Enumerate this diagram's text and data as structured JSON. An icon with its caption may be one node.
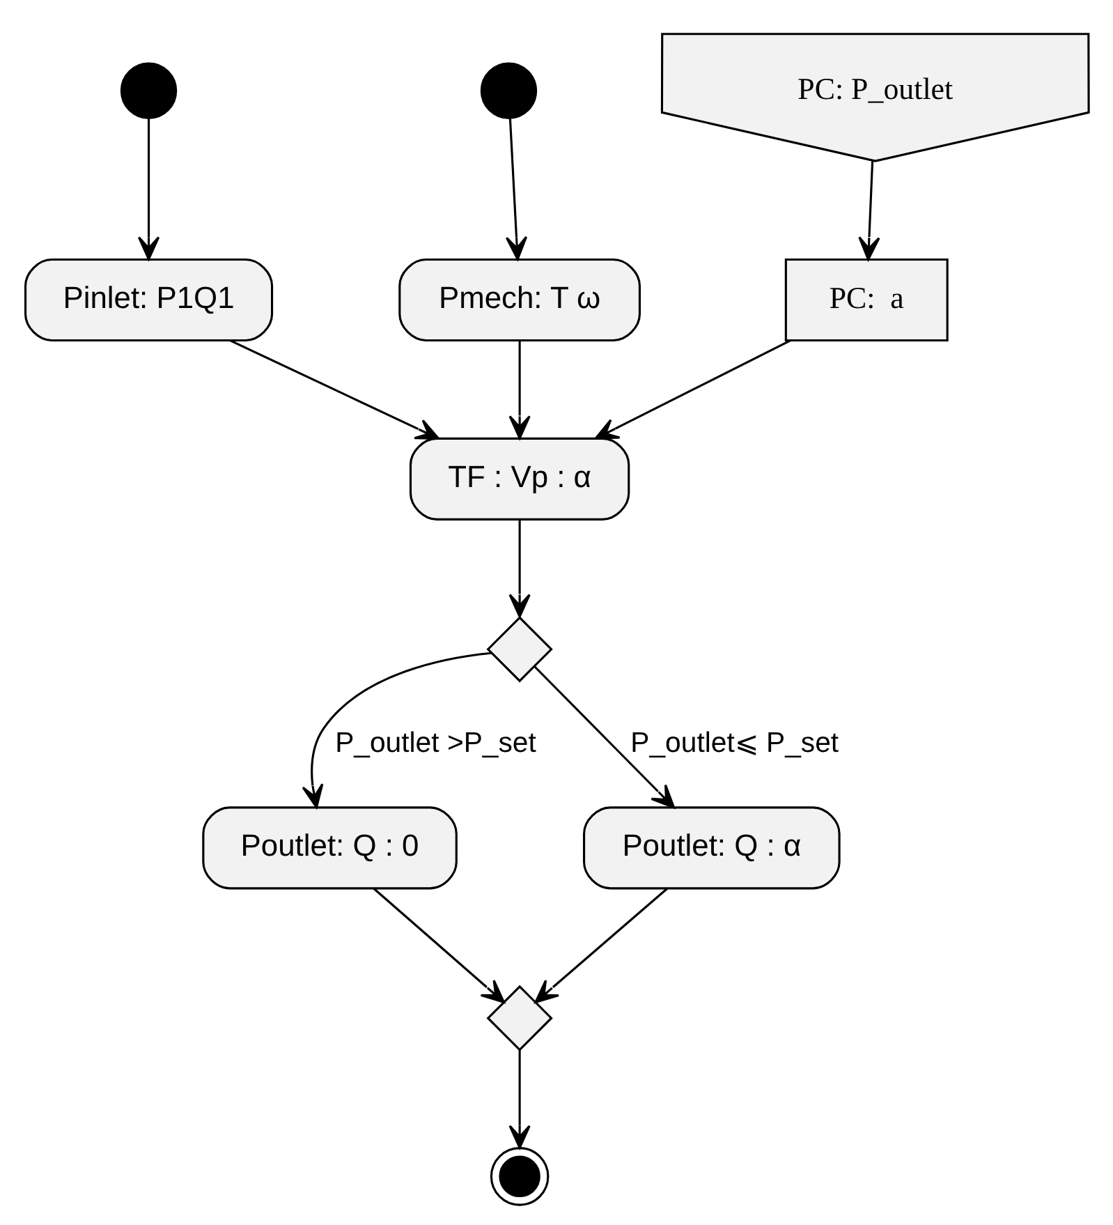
{
  "diagram": {
    "nodes": [
      {
        "text": [],
        "shape": "circle"
      },
      {
        "text": [],
        "shape": "circle"
      },
      {
        "text": [
          "PC: P_outlet"
        ]
      },
      {
        "text": [
          "Pinlet: P1Q1"
        ]
      },
      {
        "text": [
          "Pmech: T ω"
        ]
      },
      {
        "text": [
          "PC:  a"
        ]
      },
      {
        "text": [
          "TF : Vp : α"
        ]
      },
      {
        "text": [],
        "shape": "diamond"
      },
      {
        "text": [
          "Poutlet: Q : 0"
        ]
      },
      {
        "text": [
          "Poutlet: Q : α"
        ]
      },
      {
        "text": [],
        "shape": "diamond"
      },
      {
        "text": [],
        "shape": "circle"
      }
    ],
    "edges": [
      {
        "from": 0,
        "to": 3,
        "arrow": "to"
      },
      {
        "from": 1,
        "to": 4,
        "arrow": "to"
      },
      {
        "from": 2,
        "to": 5,
        "arrow": "to"
      },
      {
        "from": 3,
        "to": 6,
        "arrow": "to"
      },
      {
        "from": 4,
        "to": 6,
        "arrow": "to"
      },
      {
        "from": 5,
        "to": 6,
        "arrow": "to"
      },
      {
        "from": 6,
        "to": 7,
        "arrow": "to"
      },
      {
        "from": 7,
        "to": 8,
        "label": "P_outlet >P_set",
        "arrow": "to"
      },
      {
        "from": 7,
        "to": 9,
        "label": "P_outlet⩽ P_set",
        "arrow": "to"
      },
      {
        "from": 8,
        "to": 10,
        "arrow": "to"
      },
      {
        "from": 9,
        "to": 10,
        "arrow": "to"
      },
      {
        "from": 10,
        "to": 11,
        "arrow": "to"
      }
    ]
  }
}
